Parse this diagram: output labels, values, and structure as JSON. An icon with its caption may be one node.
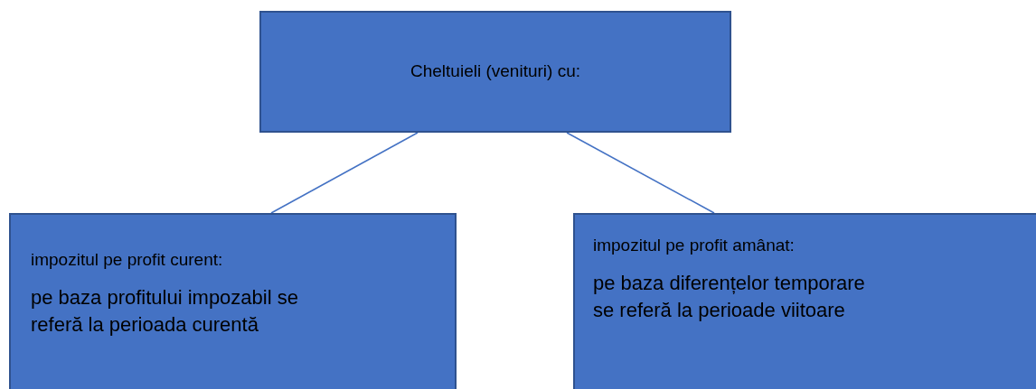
{
  "diagram": {
    "nodes": [
      {
        "text": [
          "Cheltuieli (venituri) cu:"
        ]
      },
      {
        "text": [
          "impozitul pe profit curent:",
          "pe baza profitului impozabil se referă la perioada curentă"
        ]
      },
      {
        "text": [
          "impozitul pe profit amânat:",
          "pe baza diferențelor temporare se referă la perioade viitoare"
        ]
      }
    ],
    "edges": [
      {
        "from": 0,
        "to": 1,
        "arrow": "none"
      },
      {
        "from": 0,
        "to": 2,
        "arrow": "none"
      }
    ]
  }
}
